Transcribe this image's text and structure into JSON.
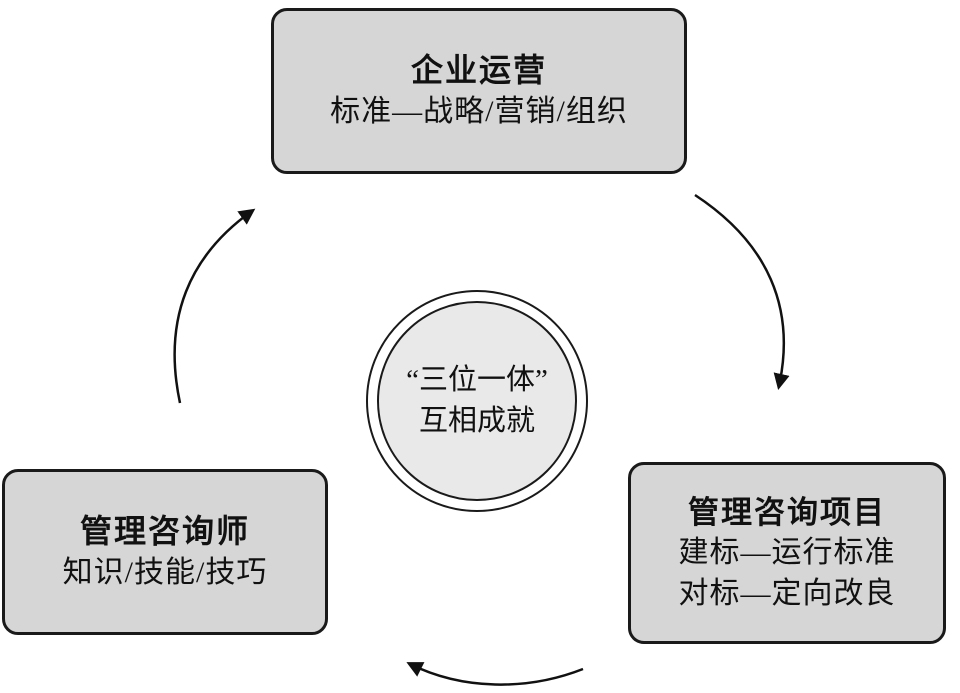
{
  "diagram": {
    "title_hint": "三位一体 cycle diagram",
    "center": {
      "line1": "“三位一体”",
      "line2": "互相成就"
    },
    "boxes": {
      "top": {
        "title": "企业运营",
        "subtitle": "标准—战略/营销/组织"
      },
      "left": {
        "title": "管理咨询师",
        "subtitle": "知识/技能/技巧"
      },
      "right": {
        "title": "管理咨询项目",
        "line1": "建标—运行标准",
        "line2": "对标—定向改良"
      }
    },
    "colors": {
      "box_fill": "#d6d6d6",
      "box_border": "#1a1a1a",
      "circle_fill": "#e9e9e9",
      "arrow": "#111111"
    }
  }
}
